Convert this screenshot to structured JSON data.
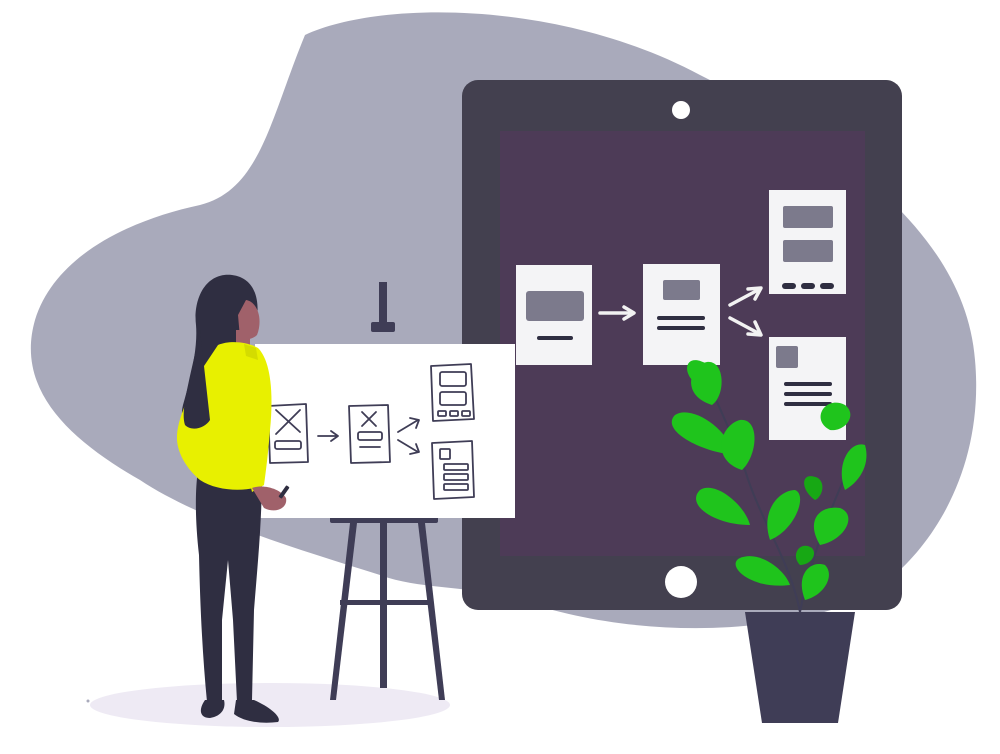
{
  "scene": {
    "subject": "ux-wireframing-illustration",
    "palette": {
      "background": "#ffffff",
      "blob": "#a9aabb",
      "tablet_frame": "#43404f",
      "tablet_screen": "#4d3b57",
      "card": "#f4f4f6",
      "card_block": "#7c7a8c",
      "card_line": "#2f2e41",
      "arrow_light": "#f2f2f2",
      "board": "#ffffff",
      "sketch_ink": "#3f3d56",
      "easel": "#3f3d56",
      "shirt": "#e8f000",
      "hair": "#2f2e41",
      "skin": "#a0616a",
      "pants": "#2f2e41",
      "leaf": "#1fc41c",
      "leaf_dark": "#17a814",
      "pot": "#3f3d56",
      "floor_shadow": "#eeeaf4"
    },
    "tablet": {
      "buttons": [
        "camera-dot-icon",
        "home-button-icon"
      ]
    },
    "screen_flow": {
      "cards": [
        "landing-card",
        "detail-card",
        "gallery-card",
        "article-card"
      ],
      "arrows": 3
    },
    "easel_board": {
      "sketches": [
        "placeholder-x-sketch",
        "placeholder-x-sketch",
        "list-sketch",
        "article-sketch"
      ]
    }
  }
}
